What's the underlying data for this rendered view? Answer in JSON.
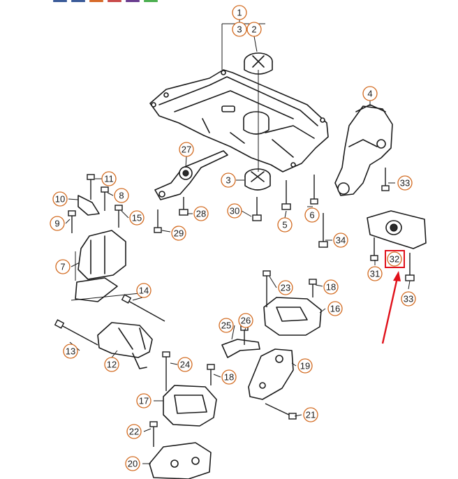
{
  "colors": {
    "callout_ring": "#d2691e",
    "highlight": "#e0101a",
    "line": "#1a1a1a",
    "strip": [
      "#3b5b99",
      "#3b5b99",
      "#d76b2a",
      "#c94b4b",
      "#6a3d8f",
      "#4caf50"
    ]
  },
  "callouts": {
    "c1": "1",
    "c2": "2",
    "c3a": "3",
    "c3b": "3",
    "c4": "4",
    "c5": "5",
    "c6": "6",
    "c7": "7",
    "c8": "8",
    "c9": "9",
    "c10": "10",
    "c11": "11",
    "c12": "12",
    "c13": "13",
    "c14": "14",
    "c15": "15",
    "c16": "16",
    "c17": "17",
    "c18a": "18",
    "c18b": "18",
    "c19": "19",
    "c20": "20",
    "c21": "21",
    "c22": "22",
    "c23": "23",
    "c24": "24",
    "c25": "25",
    "c26": "26",
    "c27": "27",
    "c28": "28",
    "c29": "29",
    "c30": "30",
    "c31": "31",
    "c32": "32",
    "c33a": "33",
    "c33b": "33",
    "c34": "34"
  },
  "highlighted_part": "32"
}
